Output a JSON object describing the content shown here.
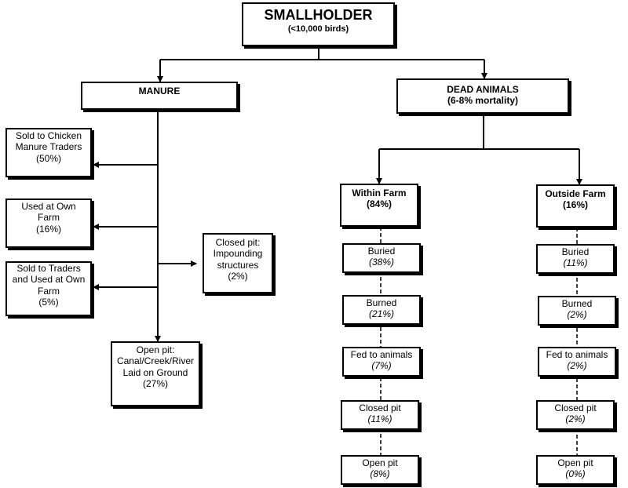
{
  "diagram": {
    "root": {
      "title": "SMALLHOLDER",
      "subtitle": "(<10,000 birds)"
    },
    "manure": {
      "title": "MANURE",
      "outcomes": [
        {
          "lines": [
            "Sold to Chicken",
            "Manure Traders",
            "(50%)"
          ]
        },
        {
          "lines": [
            "Used at Own",
            "Farm",
            "(16%)"
          ]
        },
        {
          "lines": [
            "Sold to Traders",
            "and Used at Own",
            "Farm",
            "(5%)"
          ]
        },
        {
          "lines": [
            "Closed pit:",
            "Impounding",
            "structures",
            "(2%)"
          ]
        },
        {
          "lines": [
            "Open pit:",
            "Canal/Creek/River",
            "Laid on Ground",
            "(27%)"
          ]
        }
      ]
    },
    "dead_animals": {
      "title": "DEAD ANIMALS",
      "subtitle": "(6-8% mortality)",
      "within_farm": {
        "title": "Within Farm",
        "share": "(84%)",
        "methods": [
          {
            "label": "Buried",
            "share": "(38%)"
          },
          {
            "label": "Burned",
            "share": "(21%)"
          },
          {
            "label": "Fed to animals",
            "share": "(7%)"
          },
          {
            "label": "Closed pit",
            "share": "(11%)"
          },
          {
            "label": "Open pit",
            "share": "(8%)"
          }
        ]
      },
      "outside_farm": {
        "title": "Outside Farm",
        "share": "(16%)",
        "methods": [
          {
            "label": "Buried",
            "share": "(11%)"
          },
          {
            "label": "Burned",
            "share": "(2%)"
          },
          {
            "label": "Fed to animals",
            "share": "(2%)"
          },
          {
            "label": "Closed pit",
            "share": "(2%)"
          },
          {
            "label": "Open pit",
            "share": "(0%)"
          }
        ]
      }
    }
  }
}
